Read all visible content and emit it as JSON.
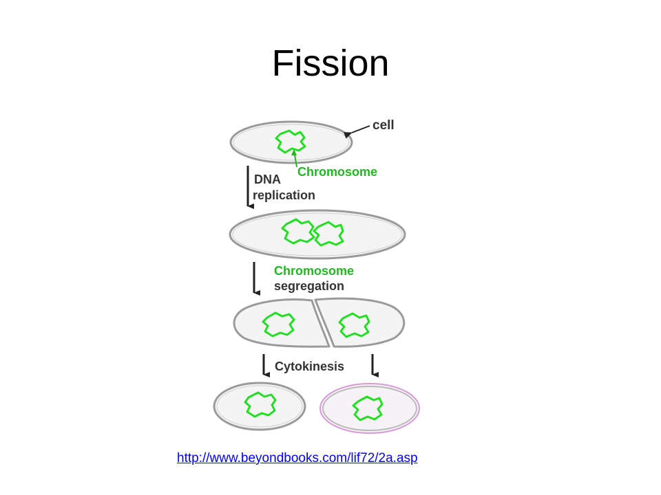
{
  "slide": {
    "title": "Fission",
    "source_link": "http://www.beyondbooks.com/lif72/2a.asp"
  },
  "diagram": {
    "labels": {
      "cell": "cell",
      "chromosome": "Chromosome",
      "step1_line1": "DNA",
      "step1_line2": "replication",
      "step2_line1": "Chromosome",
      "step2_line2": "segregation",
      "step3": "Cytokinesis"
    },
    "colors": {
      "chromosome": "#22dd22",
      "chromosome_label": "#1fb81f",
      "cell_outline": "#9a9a9a",
      "cell_outline_pink": "#d79ad7",
      "arrow": "#222222",
      "link": "#0000ff"
    }
  }
}
